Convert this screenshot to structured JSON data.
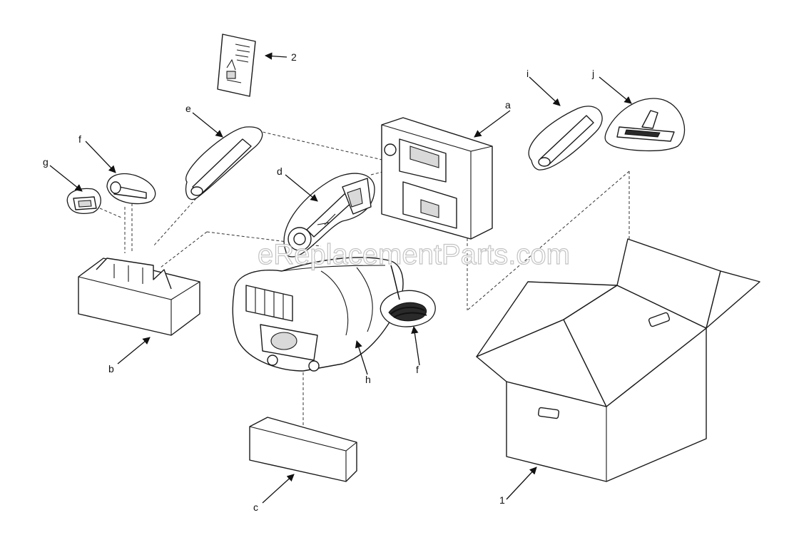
{
  "diagram": {
    "watermark": "eReplacementParts.com",
    "callouts": {
      "manual": "2",
      "a": "a",
      "b": "b",
      "c": "c",
      "d": "d",
      "e": "e",
      "f_upper": "f",
      "f_lower": "f",
      "g": "g",
      "h": "h",
      "i": "i",
      "j": "j",
      "box": "1"
    }
  }
}
